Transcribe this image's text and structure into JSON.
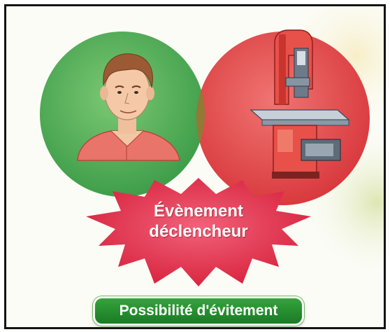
{
  "diagram": {
    "burst": {
      "line1": "Évènement",
      "line2": "déclencheur"
    },
    "bottom_label": "Possibilité d'évitement",
    "colors": {
      "human_circle": "#4fae57",
      "machine_circle": "#e4484a",
      "overlap": "#8a7f33",
      "burst": "#e23a52",
      "label_background": "#1f8a2c",
      "frame": "#141414"
    },
    "icons": [
      "person-icon",
      "band-saw-icon"
    ]
  }
}
